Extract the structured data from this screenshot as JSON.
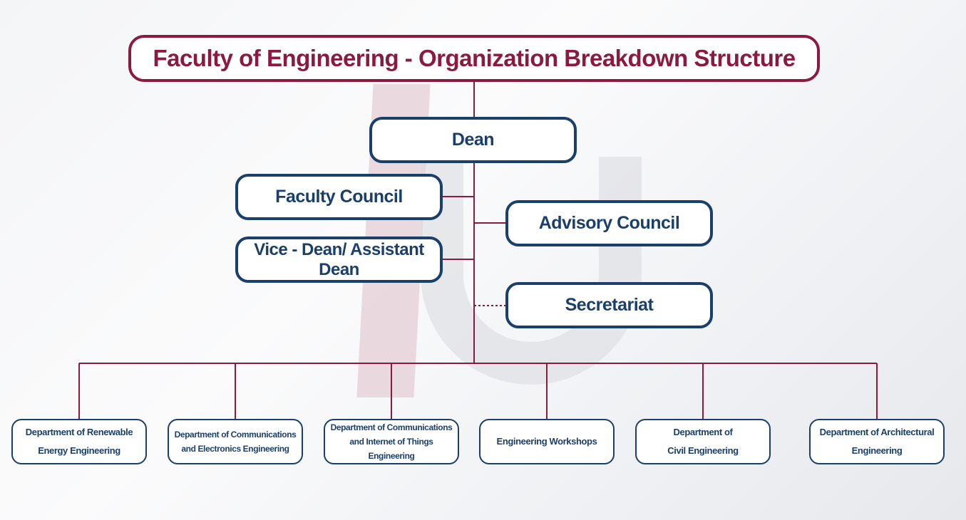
{
  "title": "Faculty of Engineering -  Organization Breakdown Structure",
  "dean": "Dean",
  "faculty_council": "Faculty Council",
  "advisory_council": "Advisory Council",
  "vice_dean": "Vice - Dean/ Assistant Dean",
  "secretariat": "Secretariat",
  "departments": [
    "Department of Renewable Energy Engineering",
    "Department of Communications and Electronics Engineering",
    "Department of Communications and Internet of Things Engineering",
    "Engineering Workshops",
    "Department of Civil Engineering",
    "Department of Architectural Engineering"
  ],
  "colors": {
    "maroon": "#8b1a3f",
    "navy": "#1b3f6b"
  }
}
